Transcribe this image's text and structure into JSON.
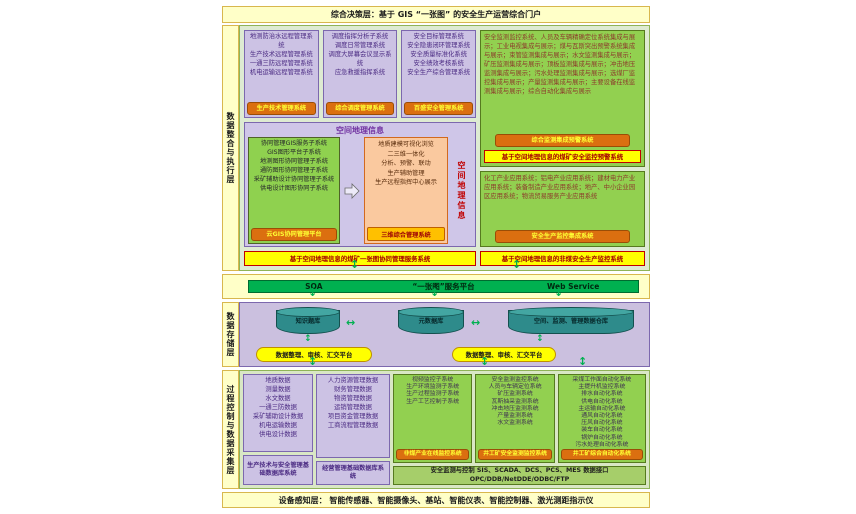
{
  "banners": {
    "top": "综合决策层：基于 GIS “一张图” 的安全生产运营综合门户",
    "bottom": "设备感知层： 智能传感器、智能摄像头、基站、智能仪表、智能控制器、激光测距指示仪"
  },
  "layers": {
    "integration": "数据整合与执行层",
    "storage": "数据存储层",
    "process": "过程控制与数据采集层"
  },
  "integration": {
    "remote": {
      "items": [
        "地测防治水远程管理系统",
        "生产技术远程管理系统",
        "一通三防远程管理系统",
        "机电运输远程管理系统"
      ],
      "button": "生产技术管理系统"
    },
    "dispatch": {
      "items": [
        "调度指挥分析子系统",
        "调度日常管理系统",
        "调度大屏幕会议显示系统",
        "应急救援指挥系统"
      ],
      "button": "综合调度管理系统"
    },
    "safety": {
      "items": [
        "安全目标管理系统",
        "安全隐患闭环管理系统",
        "安全质量标准化系统",
        "安全绩效考核系统",
        "安全生产综合管理系统"
      ],
      "button": "百盛安全管理系统"
    },
    "spatial": {
      "title": "空间地理信息",
      "side_label": "空间地理信息",
      "gis": {
        "items": [
          "协同管理GIS服务子系统",
          "GIS图形平台子系统",
          "地测图形协同管理子系统",
          "通防图形协同管理子系统",
          "采矿辅助设计协同管理子系统",
          "供电设计图形协同子系统"
        ],
        "button": "云GIS协同管理平台"
      },
      "viz": {
        "items": [
          "地质建模可视化浏览",
          "二三维一体化",
          "分析、预警、联动",
          "生产辅助管理",
          "生产远程指挥中心展示"
        ],
        "button": "三维综合管理系统"
      }
    },
    "coal_bar": "基于空间地理信息的煤矿一张图协同管理服务系统",
    "monitor": {
      "text": "安全监测监控系统、人员及车辆精确定位系统集成与展示；工业电视集成与展示；煤与瓦斯突出预警系统集成与展示；束管监测集成与展示；水文监测集成与展示；矿压监测集成与展示；顶板监测集成与展示；冲击地压监测集成与展示；污水处理监测集成与展示；选煤厂监控集成与展示；产量监测集成与展示；主要设备在线监测集成与展示；综合自动化集成与展示",
      "button": "综合监测集成预警系统",
      "bar": "基于空间地理信息的煤矿安全监控预警系统"
    },
    "industry": {
      "text": "化工产业应用系统；铝电产业应用系统；建材电力产业应用系统；装备制造产业应用系统；地产、中小企业园区应用系统；物流贸易服务产业应用系统",
      "button": "安全生产监控集成系统"
    },
    "noncoal_bar": "基于空间地理信息的非煤安全生产监控系统"
  },
  "service_bar": {
    "left": "SOA",
    "center": "“一张图”服务平台",
    "right": "Web Service"
  },
  "storage": {
    "cylinders": [
      "知识题库",
      "元数据库",
      "空间、监测、管理数据仓库"
    ],
    "platform_left": "数据整理、审核、汇交平台",
    "platform_right": "数据整理、审核、汇交平台"
  },
  "process": {
    "geo": {
      "items": [
        "地质数据",
        "测量数据",
        "水文数据",
        "一通三防数据",
        "采矿辅助设计数据",
        "机电运输数据",
        "供电设计数据"
      ],
      "footer": "生产技术与安全管理基础数据库系统"
    },
    "biz": {
      "items": [
        "人力资源管理数据",
        "财务管理数据",
        "物资管理数据",
        "运销管理数据",
        "项目资金管理数据",
        "工商流程管理数据"
      ],
      "footer": "经营管理基础数据库系统"
    },
    "video": {
      "items": [
        "视频监控子系统",
        "生产环境监测子系统",
        "生产过程监测子系统",
        "生产工艺控制子系统"
      ],
      "button": "非煤产业在线监控系统"
    },
    "monitor": {
      "items": [
        "安全监测监控系统",
        "人员与车辆定位系统",
        "矿压监测系统",
        "瓦斯抽采监测系统",
        "冲击地压监测系统",
        "产量监测系统",
        "水文监测系统"
      ],
      "button": "井工矿安全监测监控系统"
    },
    "auto": {
      "items": [
        "采煤工作面自动化系统",
        "主提升机监控系统",
        "排水自动化系统",
        "供电自动化系统",
        "主运输自动化系统",
        "通风自动化系统",
        "压风自动化系统",
        "装车自动化系统",
        "锅炉自动化系统",
        "污水处理自动化系统"
      ],
      "button": "井工矿综合自动化系统"
    },
    "interface": {
      "line1": "安全监测与控制 SIS、SCADA、DCS、PCS、MES 数据接口",
      "line2": "OPC/DDB/NetDDE/ODBC/FTP"
    }
  },
  "icons": {
    "v_arrow": "↕",
    "h_arrow": "↔"
  },
  "colors": {
    "accent_orange": "#DB6F10",
    "panel_purple": "#CCC2E4",
    "panel_green": "#92D050",
    "bar_yellow": "#FFFF00",
    "service_green": "#00B050",
    "cylinder_teal": "#2E8B8B",
    "banner_cream": "#FFFFC8"
  }
}
